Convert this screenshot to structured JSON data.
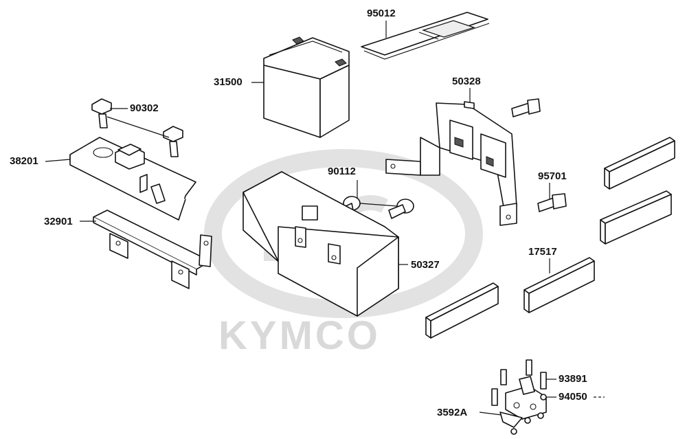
{
  "watermark": {
    "text": "KYMCO"
  },
  "parts": {
    "p95012": "95012",
    "p31500": "31500",
    "p50328": "50328",
    "p90302": "90302",
    "p38201": "38201",
    "p90112": "90112",
    "p95701": "95701",
    "p32901": "32901",
    "p50327": "50327",
    "p17517": "17517",
    "p93891": "93891",
    "p94050": "94050",
    "p3592A": "3592A"
  }
}
